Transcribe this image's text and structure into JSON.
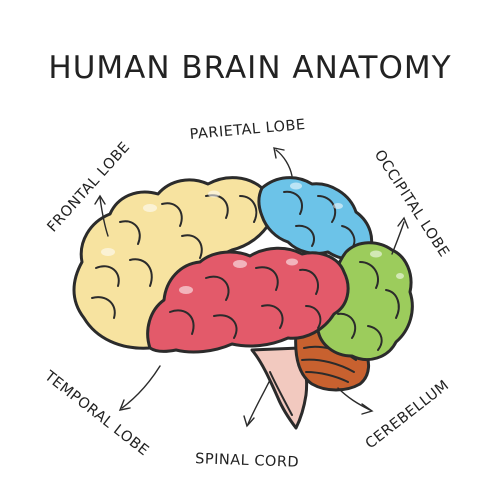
{
  "title": "HUMAN BRAIN ANATOMY",
  "labels": {
    "frontal": "FRONTAL LOBE",
    "parietal": "PARIETAL LOBE",
    "occipital": "OCCIPITAL LOBE",
    "temporal": "TEMPORAL LOBE",
    "spinal": "SPINAL CORD",
    "cerebellum": "CEREBELLUM"
  },
  "colors": {
    "frontal": "#f7e3a0",
    "parietal": "#6cc3e8",
    "occipital": "#9ccc5c",
    "temporal": "#e35a6a",
    "cerebellum": "#c8612f",
    "spinal": "#f2c9bf"
  }
}
